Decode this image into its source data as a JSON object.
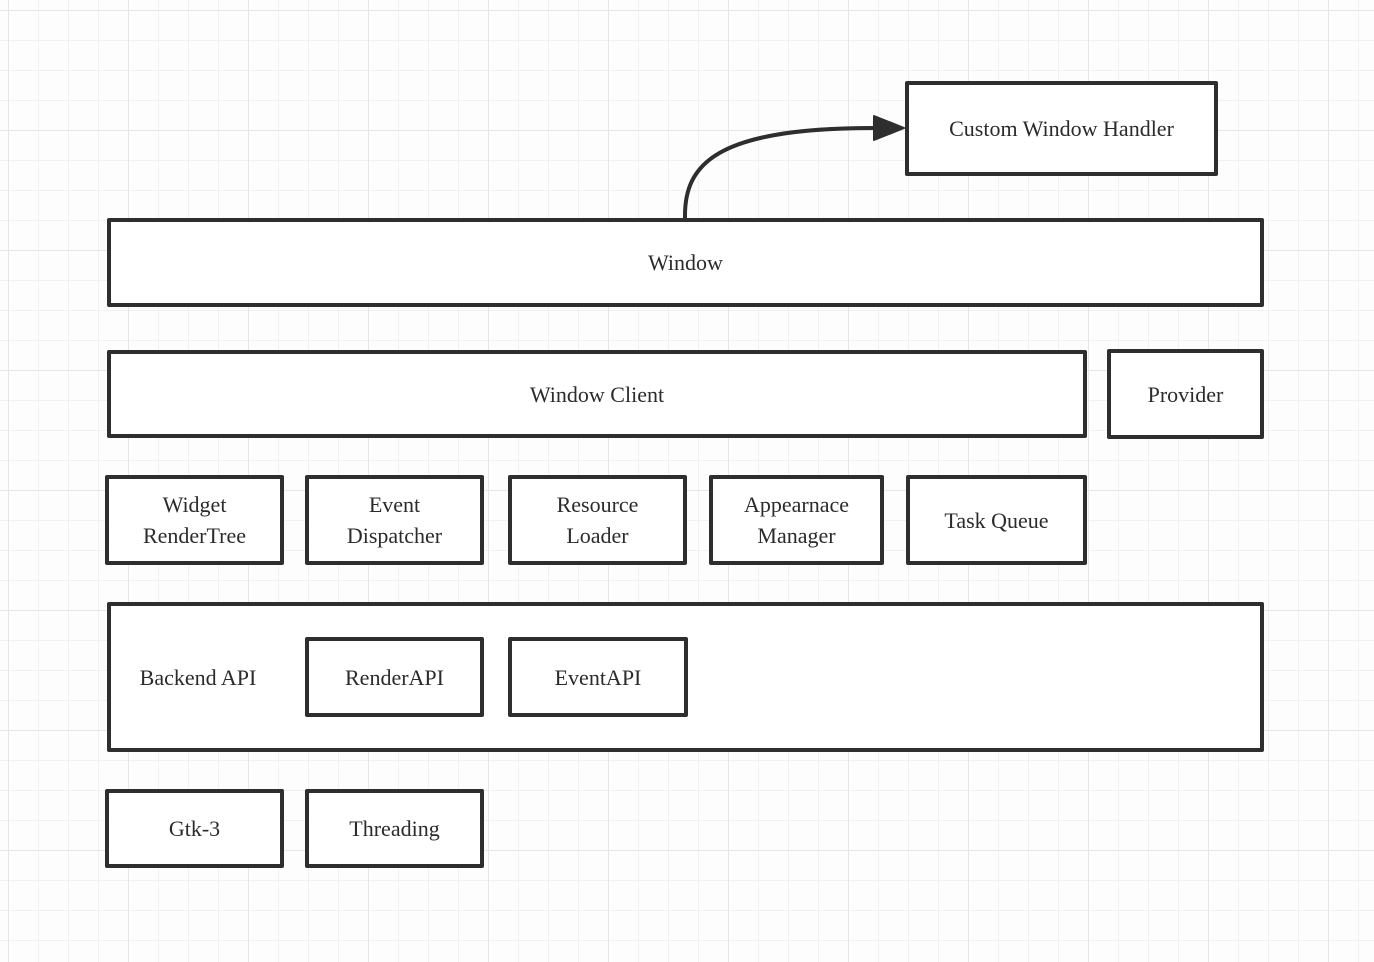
{
  "canvas": {
    "background": "#fdfdfd",
    "grid_minor_color": "#f1f1f1",
    "grid_major_color": "#e6e6e6"
  },
  "style": {
    "box_border_color": "#2e2e2e",
    "box_fill_color": "#ffffff",
    "text_color": "#2b2b2b",
    "edge_color": "#2e2e2e"
  },
  "nodes": {
    "custom_window_handler": {
      "label": "Custom Window Handler"
    },
    "window": {
      "label": "Window"
    },
    "window_client": {
      "label": "Window Client"
    },
    "provider": {
      "label": "Provider"
    },
    "widget_rendertree": {
      "label": "Widget\nRenderTree"
    },
    "event_dispatcher": {
      "label": "Event\nDispatcher"
    },
    "resource_loader": {
      "label": "Resource\nLoader"
    },
    "appearnace_manager": {
      "label": "Appearnace\nManager"
    },
    "task_queue": {
      "label": "Task Queue"
    },
    "backend_api": {
      "label": "Backend API"
    },
    "render_api": {
      "label": "RenderAPI"
    },
    "event_api": {
      "label": "EventAPI"
    },
    "gtk_3": {
      "label": "Gtk-3"
    },
    "threading": {
      "label": "Threading"
    }
  },
  "edges": [
    {
      "from": "window",
      "to": "custom_window_handler",
      "style": "curved",
      "arrowhead": "filled-triangle"
    }
  ]
}
